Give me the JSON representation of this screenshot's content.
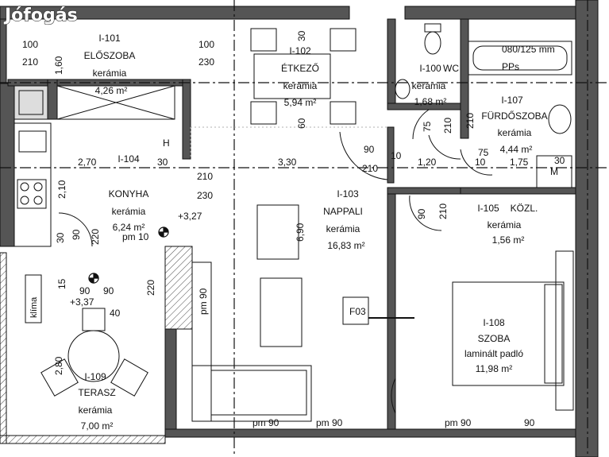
{
  "watermark": "Jófogás",
  "rooms": [
    {
      "id": "I-101",
      "name": "ELŐSZOBA",
      "floor": "kerámia",
      "area": "4,26 m²"
    },
    {
      "id": "I-102",
      "name": "ÉTKEZŐ",
      "floor": "kerámia",
      "area": "5,94 m²"
    },
    {
      "id": "I-100",
      "name": "WC",
      "floor": "kerámia",
      "area": "1,68 m²"
    },
    {
      "id": "I-107",
      "name": "FÜRDŐSZOBA",
      "floor": "kerámia",
      "area": "4,44 m²"
    },
    {
      "id": "I-104",
      "name": "KONYHA",
      "floor": "kerámia",
      "area": "6,24 m²"
    },
    {
      "id": "I-103",
      "name": "NAPPALI",
      "floor": "kerámia",
      "area": "16,83 m²"
    },
    {
      "id": "I-105",
      "name": "KÖZL.",
      "floor": "kerámia",
      "area": "1,56 m²"
    },
    {
      "id": "I-108",
      "name": "SZOBA",
      "floor": "laminált padló",
      "area": "11,98 m²"
    },
    {
      "id": "I-109",
      "name": "TERASZ",
      "floor": "kerámia",
      "area": "7,00 m²"
    }
  ],
  "bath_label": "080/125 mm",
  "pps_label": "PPs",
  "fo3_label": "F03",
  "klima_label": "klíma",
  "h_label": "H",
  "m_label": "M",
  "dimensions": {
    "d100a": "100",
    "d210a": "210",
    "d160": "1,60",
    "d100b": "100",
    "d230a": "230",
    "d30a": "30",
    "d60": "60",
    "d270": "2,70",
    "d30b": "30",
    "d210b": "210",
    "d230b": "230",
    "d330": "3,30",
    "d90a": "90",
    "d210c": "210",
    "d10a": "10",
    "d120": "1,20",
    "d10b": "10",
    "d175": "1,75",
    "d30c": "30",
    "d75a": "75",
    "d210d": "210",
    "d75b": "75",
    "d210e": "210",
    "d210f": "2,10",
    "d327": "+3,27",
    "d690": "6,90",
    "d90b": "90",
    "d210g": "210",
    "d90c": "90",
    "d220a": "220",
    "d30d": "30",
    "pm10": "pm 10",
    "d15": "15",
    "d90d": "90",
    "d90e": "90",
    "d220b": "220",
    "d337": "+3,37",
    "d40": "40",
    "pm90a": "pm 90",
    "d280": "2,80",
    "pm90b": "pm 90",
    "pm90c": "pm 90",
    "pm90d": "pm 90",
    "d90f": "90"
  }
}
